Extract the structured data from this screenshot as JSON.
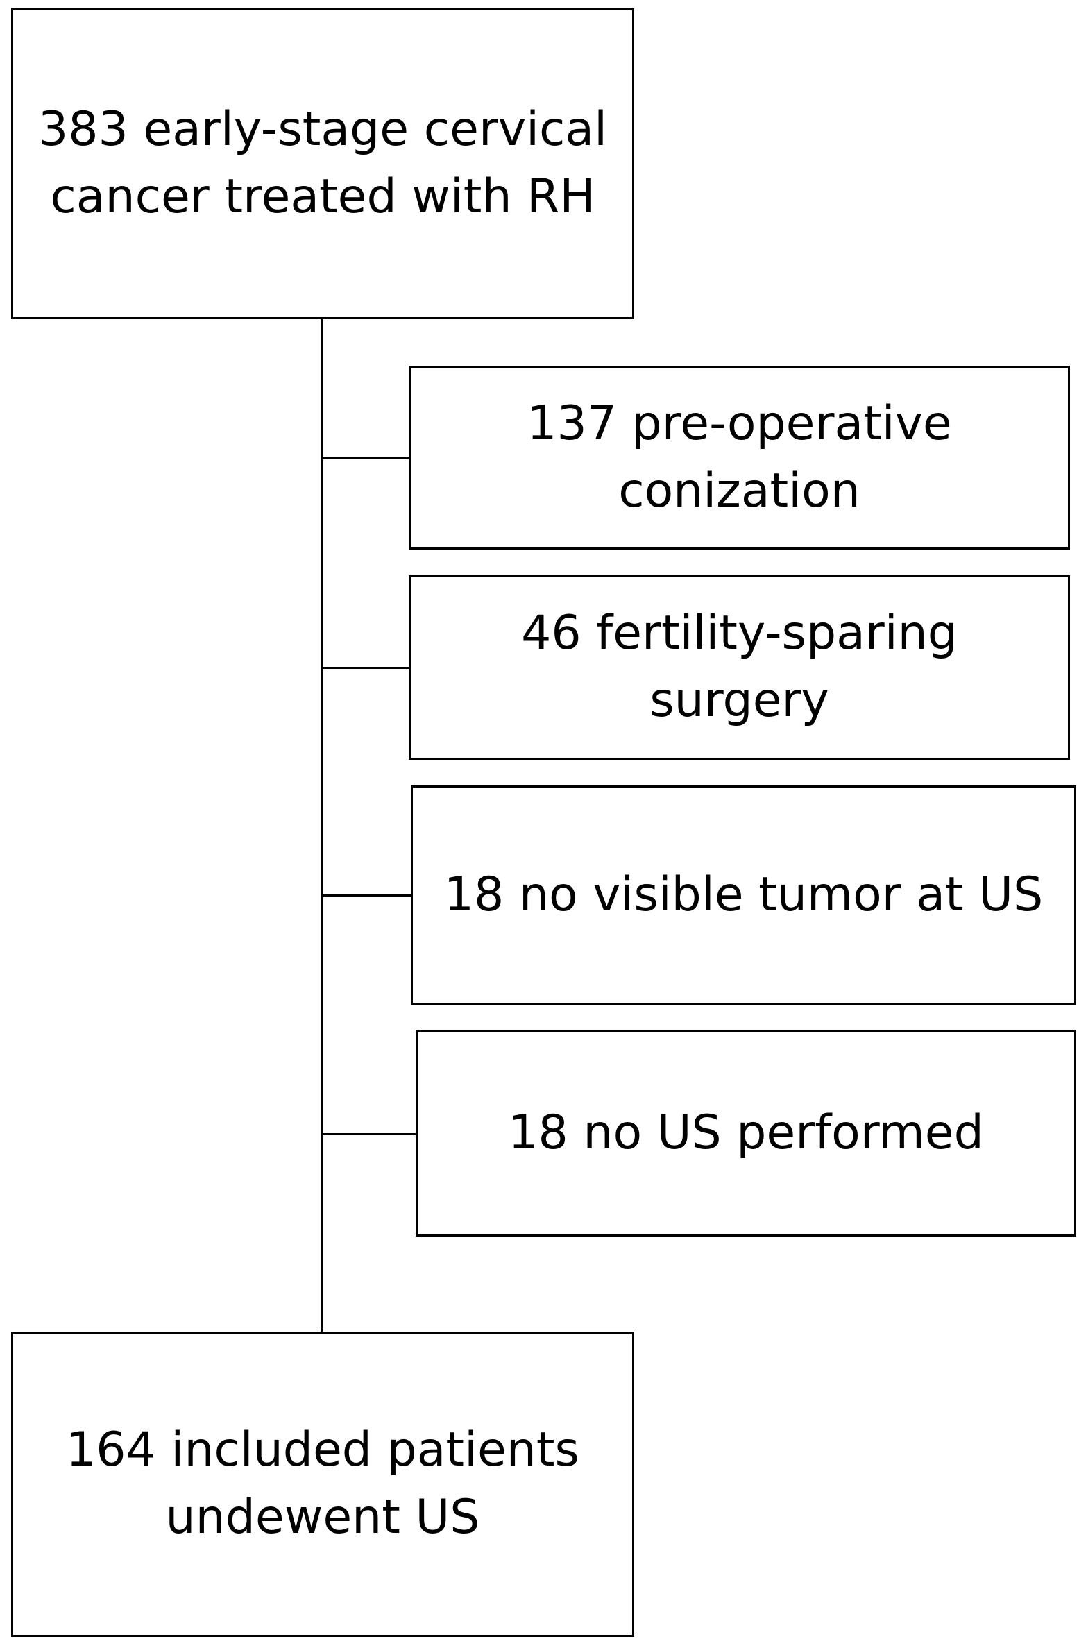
{
  "flowchart": {
    "start": "383 early-stage cervical\ncancer treated with RH",
    "exclusions": [
      "137 pre-operative\nconization",
      "46 fertility-sparing\nsurgery",
      "18 no visible tumor at US",
      "18 no US performed"
    ],
    "end": "164 included patients\nundewent US"
  }
}
